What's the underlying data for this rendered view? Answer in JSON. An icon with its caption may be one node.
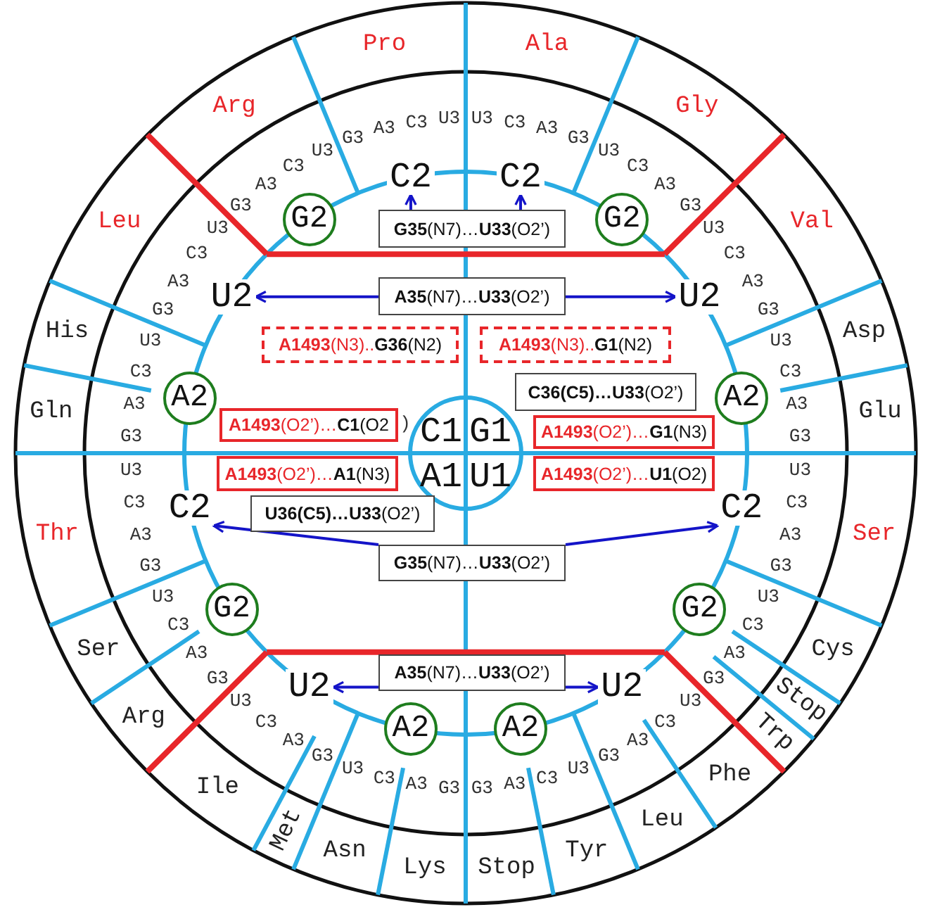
{
  "diagram": {
    "nodes": [
      {
        "text": [
          "C2"
        ]
      },
      {
        "text": [
          "C2"
        ]
      },
      {
        "text": [
          "G2"
        ]
      },
      {
        "text": [
          "G2"
        ]
      },
      {
        "text": [
          "**G35**(N7)…**U33**(O2’)"
        ]
      },
      {
        "text": [
          "U2"
        ]
      },
      {
        "text": [
          "**A35**(N7)…**U33**(O2’)"
        ]
      },
      {
        "text": [
          "U2"
        ]
      },
      {
        "text": [
          "**A1493**(N3)..**G36**(N2)"
        ]
      },
      {
        "text": [
          "**A1493**(N3)..**G1**(N2)"
        ]
      },
      {
        "text": [
          "A2"
        ]
      },
      {
        "text": [
          "**C36(C5)…U33**(O2’)"
        ]
      },
      {
        "text": [
          "A2"
        ]
      },
      {
        "text": [
          "**A1493**(O2’)…**C1**(O2"
        ]
      },
      {
        "text": [
          "**A1493**(O2’)…**G1**(N3)"
        ]
      },
      {
        "text": [
          "C1",
          "G1",
          "A1",
          "U1"
        ]
      },
      {
        "text": [
          "**A1493**(O2’)…**A1**(N3)"
        ]
      },
      {
        "text": [
          "**A1493**(O2’)…**U1**(O2)"
        ]
      },
      {
        "text": [
          "C2"
        ]
      },
      {
        "text": [
          "**U36(C5)…U33**(O2’)"
        ]
      },
      {
        "text": [
          "C2"
        ]
      },
      {
        "text": [
          "**G35**(N7)…**U33**(O2’)"
        ]
      },
      {
        "text": [
          "G2"
        ]
      },
      {
        "text": [
          "G2"
        ]
      },
      {
        "text": [
          "U2"
        ]
      },
      {
        "text": [
          "**A35**(N7)…**U33**(O2’)"
        ]
      },
      {
        "text": [
          "U2"
        ]
      },
      {
        "text": [
          "A2"
        ]
      },
      {
        "text": [
          "A2"
        ]
      }
    ],
    "edges": [
      {
        "from": 4,
        "to": 0,
        "arrow": "to"
      },
      {
        "from": 4,
        "to": 1,
        "arrow": "to"
      },
      {
        "from": 6,
        "to": 5,
        "arrow": "to"
      },
      {
        "from": 6,
        "to": 7,
        "arrow": "to"
      },
      {
        "from": 21,
        "to": 18,
        "arrow": "to"
      },
      {
        "from": 21,
        "to": 20,
        "arrow": "to"
      },
      {
        "from": 25,
        "to": 24,
        "arrow": "to"
      },
      {
        "from": 25,
        "to": 26,
        "arrow": "to"
      }
    ],
    "labels": [
      "U3",
      "C3",
      "A3",
      "G3",
      "U3",
      "C3",
      "A3",
      "G3",
      "U3",
      "C3",
      "A3",
      "G3",
      "U3",
      "C3",
      "A3",
      "G3",
      "U3",
      "C3",
      "A3",
      "G3",
      "U3",
      "C3",
      "A3",
      "G3",
      "U3",
      "C3",
      "A3",
      "G3",
      "U3",
      "C3",
      "A3",
      "G3",
      "U3",
      "C3",
      "A3",
      "G3",
      "U3",
      "C3",
      "A3",
      "G3",
      "U3",
      "C3",
      "A3",
      "G3",
      "U3",
      "C3",
      "A3",
      "G3",
      "U3",
      "C3",
      "A3",
      "G3",
      "U3",
      "C3",
      "A3",
      "G3",
      "U3",
      "C3",
      "A3",
      "G3",
      "U3",
      "C3",
      "A3",
      "G3",
      "Pro",
      "Arg",
      "Leu",
      "His",
      "Gln",
      "Ala",
      "Gly",
      "Val",
      "Asp",
      "Glu",
      "Thr",
      "Ser",
      "Arg",
      "Ile",
      "Met",
      "Asn",
      "Lys",
      "Ser",
      "Cys",
      "Stop",
      "Trp",
      "Phe",
      "Leu",
      "Tyr",
      "Stop",
      ")"
    ]
  }
}
